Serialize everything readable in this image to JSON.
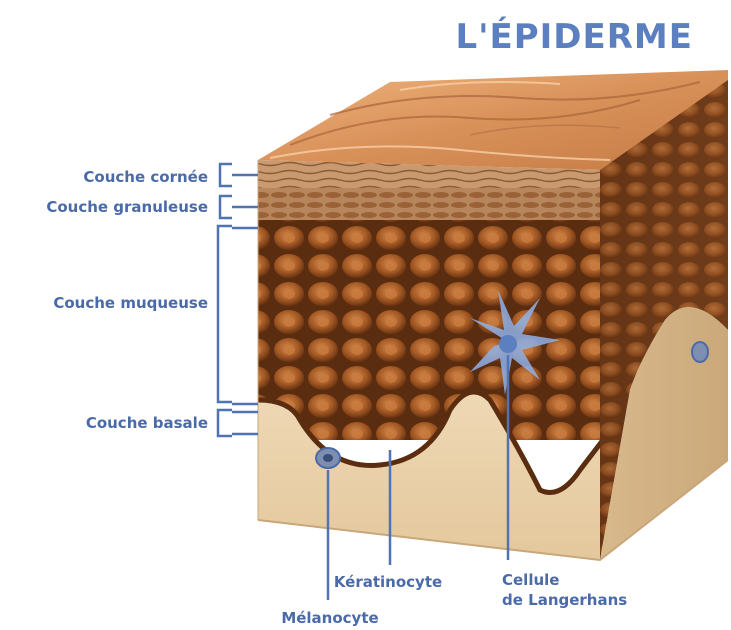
{
  "title": "L'ÉPIDERME",
  "layers": [
    {
      "id": "cornee",
      "label": "Couche cornée"
    },
    {
      "id": "granuleuse",
      "label": "Couche granuleuse"
    },
    {
      "id": "muqueuse",
      "label": "Couche muqueuse"
    },
    {
      "id": "basale",
      "label": "Couche basale"
    }
  ],
  "cells": {
    "keratinocyte": "Kératinocyte",
    "langerhans_line1": "Cellule",
    "langerhans_line2": "de Langerhans",
    "melanocyte": "Mélanocyte"
  },
  "colors": {
    "label_blue": "#4a6aa8",
    "title_blue": "#5b7fbf",
    "bracket_blue": "#5273b2",
    "cell_brown": "#8a4a1c",
    "cell_nucleus": "#c9743a",
    "dermis": "#e8cfa6",
    "surface": "#d99a66"
  }
}
